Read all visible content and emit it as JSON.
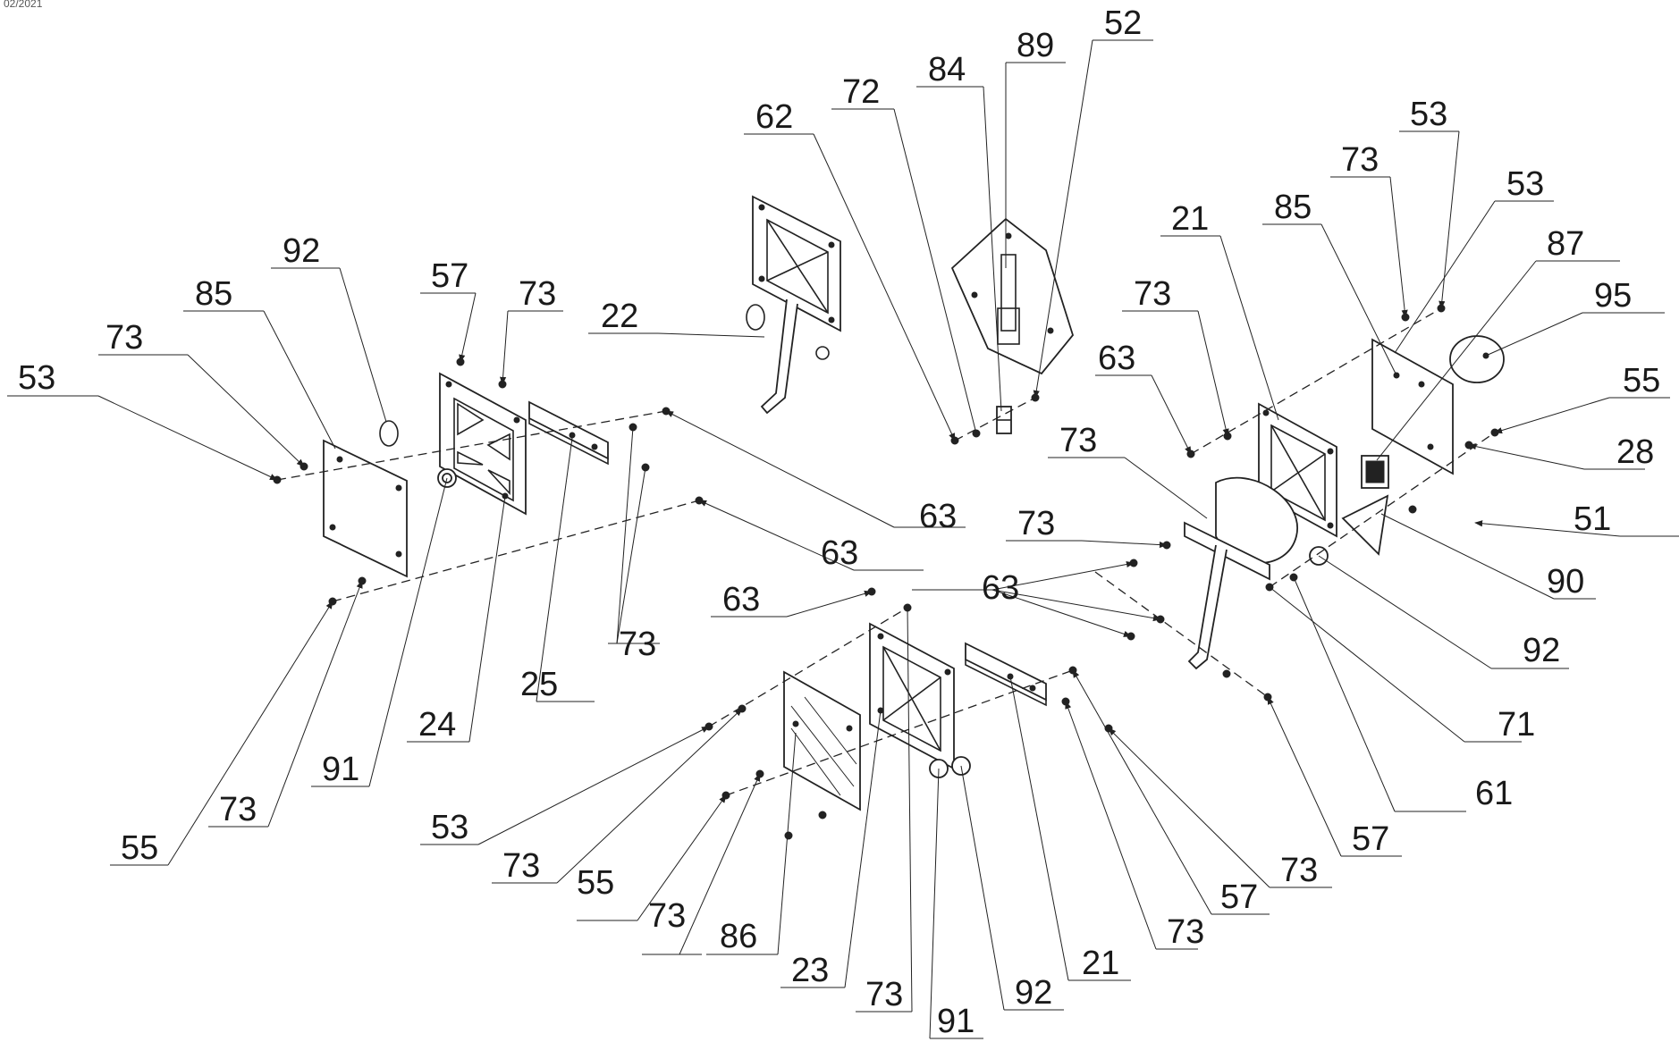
{
  "corner_note": "02/2021",
  "callouts": [
    {
      "id": "c53a",
      "text": "53"
    },
    {
      "id": "c73a",
      "text": "73"
    },
    {
      "id": "c85a",
      "text": "85"
    },
    {
      "id": "c92a",
      "text": "92"
    },
    {
      "id": "c57a",
      "text": "57"
    },
    {
      "id": "c73b",
      "text": "73"
    },
    {
      "id": "c22",
      "text": "22"
    },
    {
      "id": "c62",
      "text": "62"
    },
    {
      "id": "c72",
      "text": "72"
    },
    {
      "id": "c84",
      "text": "84"
    },
    {
      "id": "c89",
      "text": "89"
    },
    {
      "id": "c52",
      "text": "52"
    },
    {
      "id": "c53b",
      "text": "53"
    },
    {
      "id": "c73c",
      "text": "73"
    },
    {
      "id": "c85b",
      "text": "85"
    },
    {
      "id": "c53c",
      "text": "53"
    },
    {
      "id": "c21a",
      "text": "21"
    },
    {
      "id": "c87",
      "text": "87"
    },
    {
      "id": "c95",
      "text": "95"
    },
    {
      "id": "c73d",
      "text": "73"
    },
    {
      "id": "c63a",
      "text": "63"
    },
    {
      "id": "c55a",
      "text": "55"
    },
    {
      "id": "c73e",
      "text": "73"
    },
    {
      "id": "c28",
      "text": "28"
    },
    {
      "id": "c51",
      "text": "51"
    },
    {
      "id": "c73f",
      "text": "73"
    },
    {
      "id": "c63b",
      "text": "63"
    },
    {
      "id": "c63c",
      "text": "63"
    },
    {
      "id": "c90",
      "text": "90"
    },
    {
      "id": "c63d",
      "text": "63"
    },
    {
      "id": "c63e",
      "text": "63"
    },
    {
      "id": "c92b",
      "text": "92"
    },
    {
      "id": "c73g",
      "text": "73"
    },
    {
      "id": "c25",
      "text": "25"
    },
    {
      "id": "c24",
      "text": "24"
    },
    {
      "id": "c71",
      "text": "71"
    },
    {
      "id": "c91a",
      "text": "91"
    },
    {
      "id": "c61",
      "text": "61"
    },
    {
      "id": "c73h",
      "text": "73"
    },
    {
      "id": "c55b",
      "text": "55"
    },
    {
      "id": "c53d",
      "text": "53"
    },
    {
      "id": "c57b",
      "text": "57"
    },
    {
      "id": "c73i",
      "text": "73"
    },
    {
      "id": "c73j",
      "text": "73"
    },
    {
      "id": "c55c",
      "text": "55"
    },
    {
      "id": "c57c",
      "text": "57"
    },
    {
      "id": "c73k",
      "text": "73"
    },
    {
      "id": "c73l",
      "text": "73"
    },
    {
      "id": "c86",
      "text": "86"
    },
    {
      "id": "c21b",
      "text": "21"
    },
    {
      "id": "c23",
      "text": "23"
    },
    {
      "id": "c92c",
      "text": "92"
    },
    {
      "id": "c73m",
      "text": "73"
    },
    {
      "id": "c91b",
      "text": "91"
    }
  ]
}
